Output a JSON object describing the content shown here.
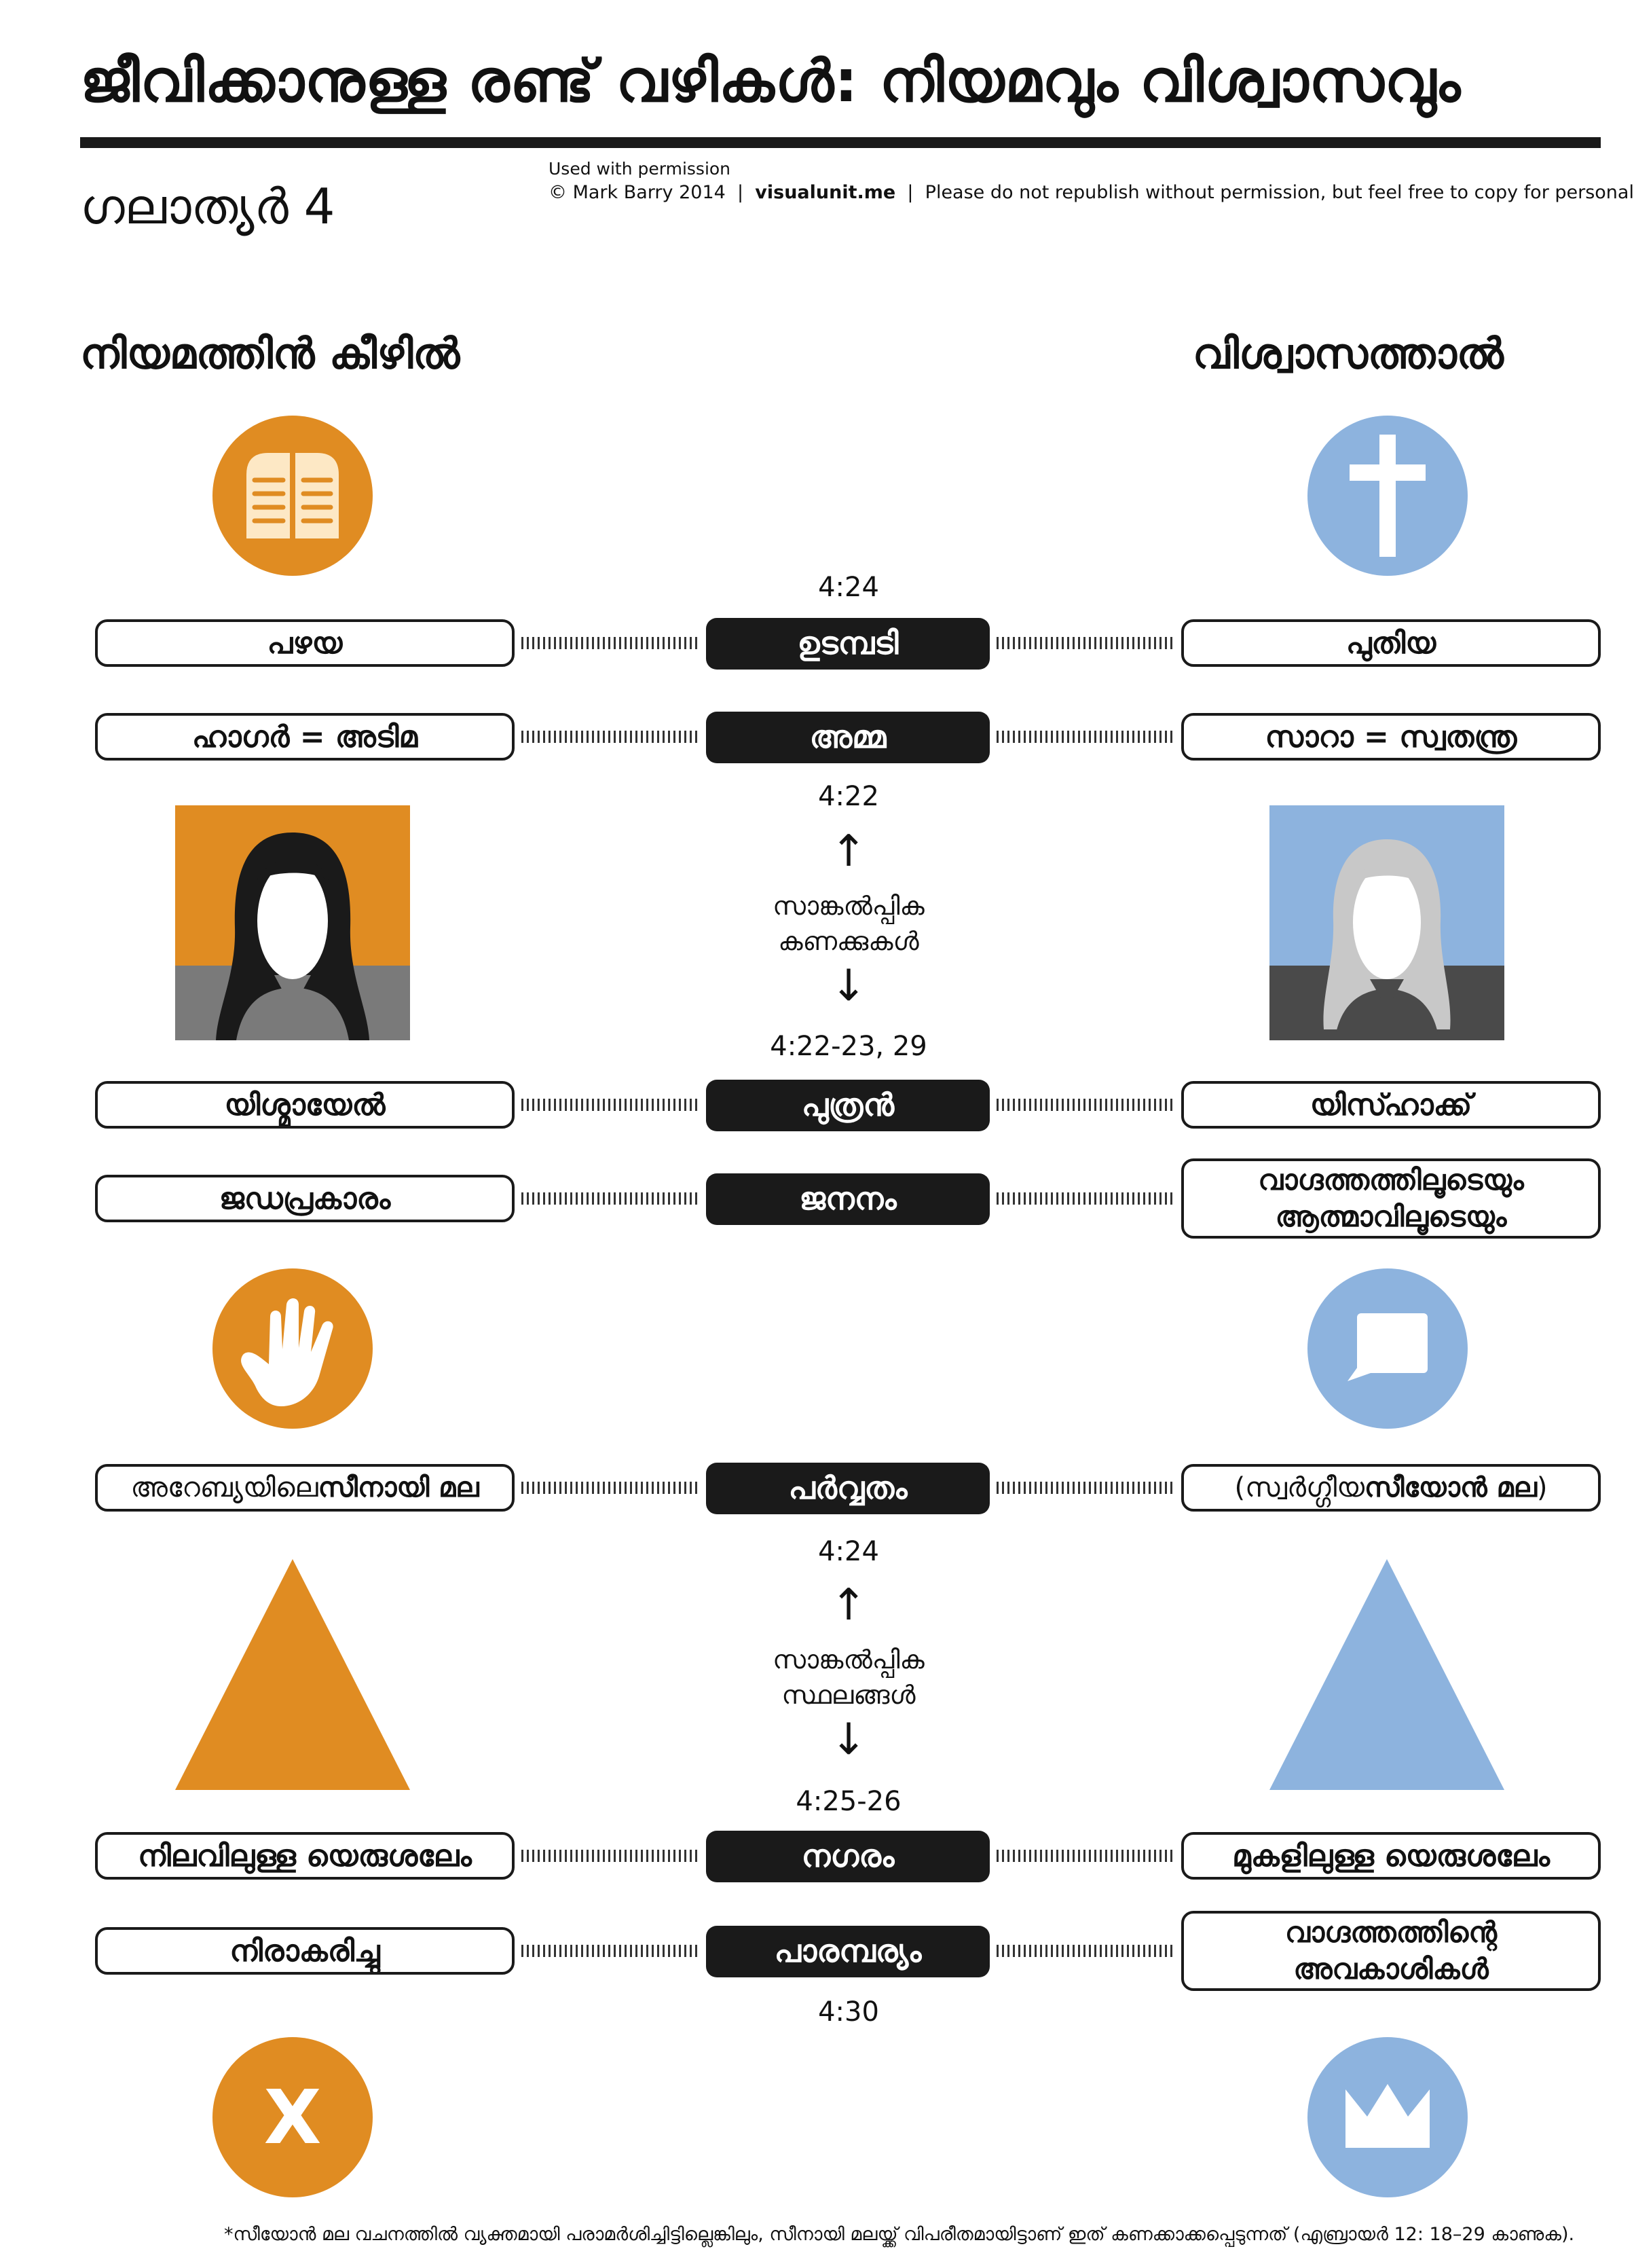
{
  "title": "ജീവിക്കാനുള്ള രണ്ട് വഴികൾ: നിയമവും വിശ്വാസവും",
  "subtitle": "ഗലാത്യർ 4",
  "permission": {
    "line1": "Used with permission",
    "line2_a": "© Mark Barry 2014",
    "sep": "|",
    "line2_b": "visualunit.me",
    "line2_c": "Please do not republish without permission, but feel free to copy for personal use."
  },
  "columns": {
    "left": "നിയമത്തിൻ കീഴിൽ",
    "right": "വിശ്വാസത്താൽ"
  },
  "refs": {
    "r1": "4:24",
    "r2": "4:22",
    "r3": "4:22-23, 29",
    "r4": "4:24",
    "r5": "4:25-26",
    "r6": "4:30"
  },
  "notes": {
    "mid1_l1": "സാങ്കൽപ്പിക",
    "mid1_l2": "കണക്കുകൾ",
    "mid2_l1": "സാങ്കൽപ്പിക",
    "mid2_l2": "സ്ഥലങ്ങൾ"
  },
  "rows": {
    "covenant": {
      "center": "ഉടമ്പടി",
      "left": "പഴയ",
      "right": "പുതിയ"
    },
    "mother": {
      "center": "അമ്മ",
      "left": "ഹാഗർ = അടിമ",
      "right": "സാറാ = സ്വതന്ത്ര"
    },
    "son": {
      "center": "പുത്രൻ",
      "left": "യിശ്മായേൽ",
      "right": "യിസ്ഹാക്ക്"
    },
    "birth": {
      "center": "ജനനം",
      "left": "ജഡപ്രകാരം",
      "right_l1": "വാഗ്ദത്തത്തിലൂടെയും",
      "right_l2": "ആത്മാവിലൂടെയും"
    },
    "mountain": {
      "center": "പർവ്വതം",
      "left_a": "അറേബ്യയിലെ ",
      "left_b": "സീനായി മല",
      "right_a": "(സ്വർഗ്ഗീയ ",
      "right_b": "സീയോൻ മല",
      "right_c": ")"
    },
    "city": {
      "center": "നഗരം",
      "left": "നിലവിലുള്ള യെരുശലേം",
      "right": "മുകളിലുള്ള യെരുശലേം"
    },
    "inheritance": {
      "center": "പാരമ്പര്യം",
      "left": "നിരാകരിച്ചു",
      "right_l1": "വാഗ്ദത്തത്തിന്റെ",
      "right_l2": "അവകാശികൾ"
    }
  },
  "x_mark": "X",
  "footnote": "*സീയോൻ മല വചനത്തിൽ വ്യക്തമായി പരാമർശിച്ചിട്ടില്ലെങ്കിലും, സീനായി മലയ്ക്ക് വിപരീതമായിട്ടാണ് ഇത് കണക്കാക്കപ്പെടുന്നത് (എബ്രായർ 12: 18–29 കാണുക).",
  "colors": {
    "orange": "#e08c22",
    "blue": "#8db3de",
    "dark": "#1a1a1a",
    "gray": "#7a7a7a"
  },
  "icons": [
    "law-tablets-icon",
    "cross-icon",
    "hand-icon",
    "speech-bubble-icon",
    "orange-triangle-mountain",
    "blue-triangle-mountain",
    "x-icon",
    "crown-icon"
  ]
}
